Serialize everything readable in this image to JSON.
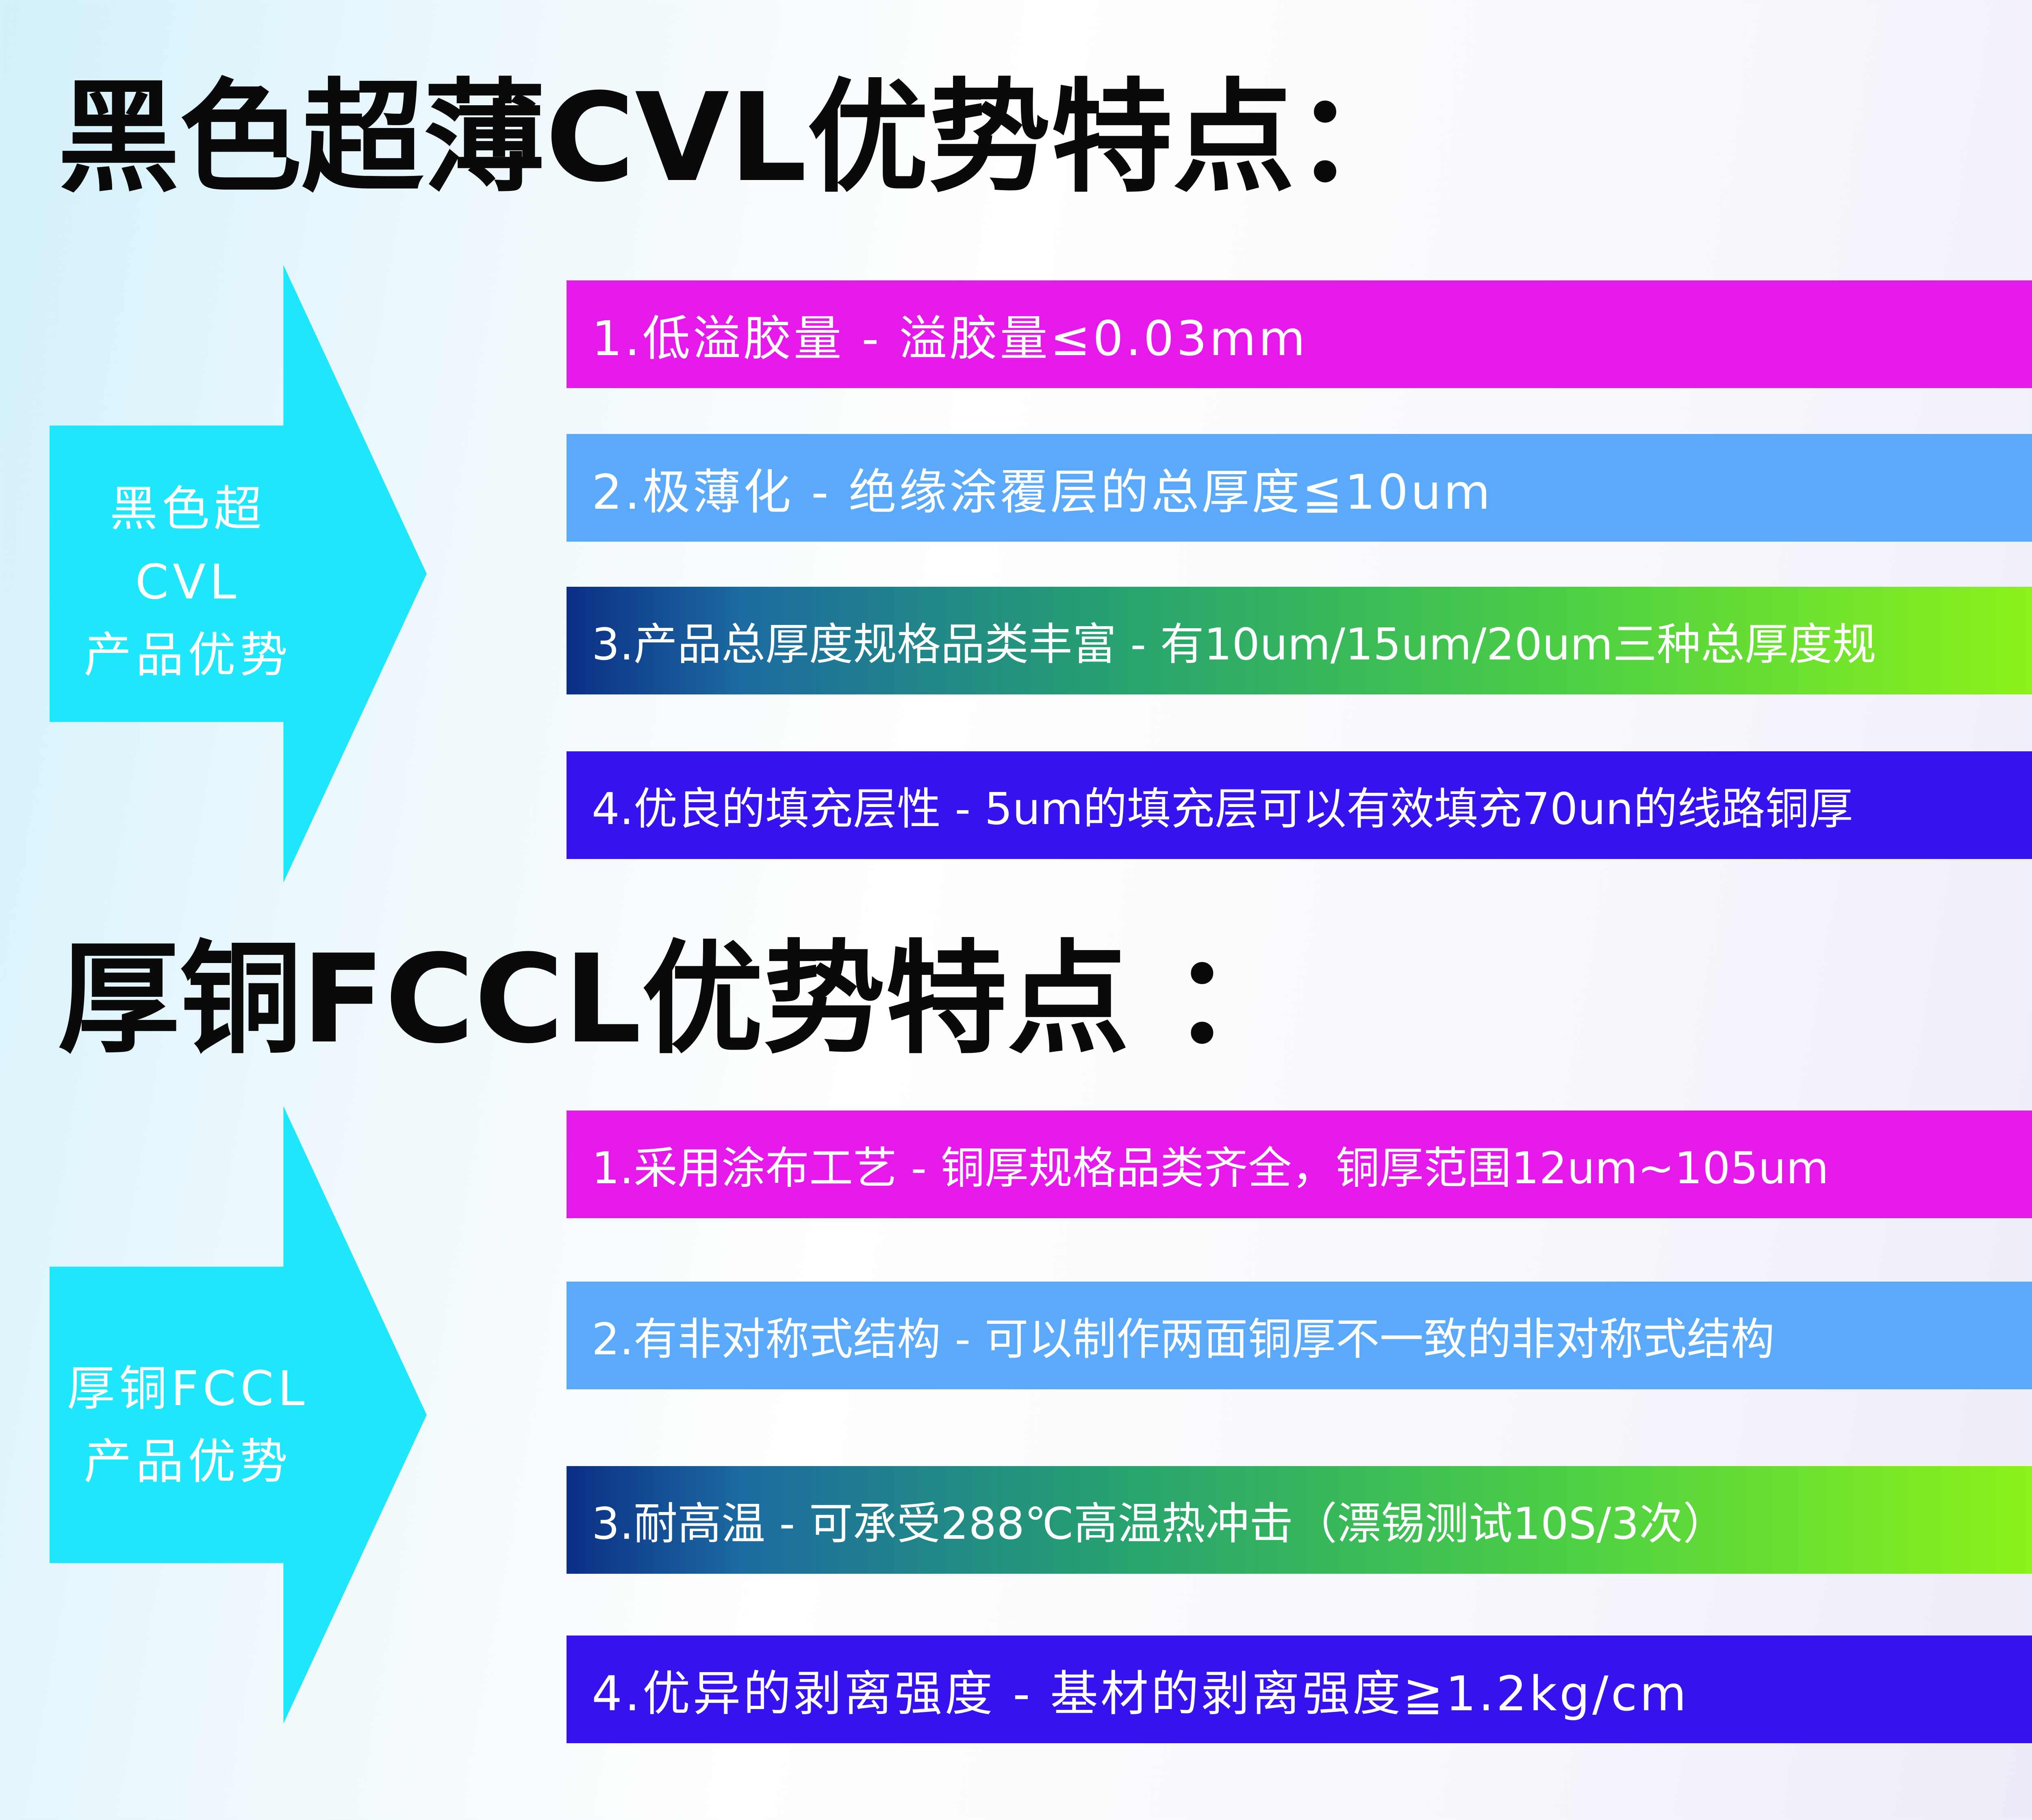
{
  "sections": [
    {
      "heading": "黑色超薄CVL优势特点：",
      "arrow_lines": [
        "黑色超",
        "CVL",
        "产品优势"
      ],
      "items": [
        {
          "text": "1.低溢胶量 - 溢胶量≤0.03mm",
          "color": "#e419ea"
        },
        {
          "text": "2.极薄化 - 绝缘涂覆层的总厚度≦10um",
          "color": "#5ba9fb"
        },
        {
          "text": "3.产品总厚度规格品类丰富 - 有10um/15um/20um三种总厚度规",
          "color": "gradient"
        },
        {
          "text": "4.优良的填充层性 - 5um的填充层可以有效填充70un的线路铜厚",
          "color": "#3712ee"
        }
      ]
    },
    {
      "heading": "厚铜FCCL优势特点 ：",
      "arrow_lines": [
        "厚铜FCCL",
        "产品优势"
      ],
      "items": [
        {
          "text": "1.采用涂布工艺 - 铜厚规格品类齐全，铜厚范围12um~105um",
          "color": "#e419ea"
        },
        {
          "text": "2.有非对称式结构 - 可以制作两面铜厚不一致的非对称式结构",
          "color": "#5ba9fb"
        },
        {
          "text": "3.耐高温 - 可承受288℃高温热冲击（漂锡测试10S/3次）",
          "color": "gradient"
        },
        {
          "text": "4.优异的剥离强度 - 基材的剥离强度≧1.2kg/cm",
          "color": "#3712ee"
        }
      ]
    }
  ],
  "arrow_color": "#1ee7fb"
}
